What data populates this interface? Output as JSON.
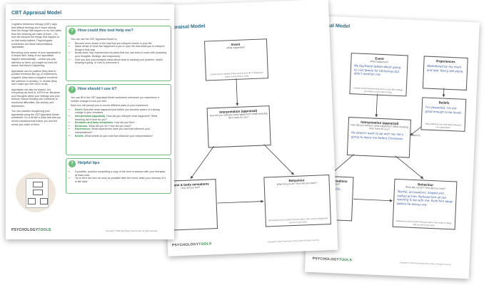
{
  "sheet1": {
    "title": "CBT Appraisal Model",
    "intro": [
      "Cognitive behaviour therapy (CBT) says that difficult feelings don't result directly from the things that happen to us, but rather from the meaning we make of them – it's how we interpret the things that happen to us that really matters. Psychologists sometimes call these interpretations 'appraisals'.",
      "Becoming more aware of your appraisals is a helpful skill. Many of our appraisals happen automatically – unless you pay attention to them, you might not even be aware that they're happening.",
      "Appraisals can be positive (they lead to positive emotions like joy or excitement), negative (they lead to negative emotions like sadness or anxiety), or neutral (they don't make you feel much at all).",
      "Appraisals can also be biased, not everything we think is 100% true. Because your thoughts affect your feelings and your actions, biased thinking can contribute to emotional difficulties, like anxiety and depression.",
      "You can practice recognizing your appraisals using the CBT Appraisal Model worksheet. It's a bit like a diary that lets you record situations that bother you and the sense you make of them."
    ],
    "card1": {
      "head": "How could this tool help me?",
      "lead": "You can use the CBT Appraisal Model to:",
      "items": [
        "Become more aware of the way that you interpret events in your life.",
        "Make sense of what has happened to you in your life that leads you to interpret things in that way.",
        "Break down 'big' experiences into parts that you can learn to work with (including your thoughts, feelings, and responses).",
        "Give you and your therapist ideas about what is causing your problem, what's keeping it going, or how to overcome it."
      ]
    },
    "card2": {
      "head": "How should I use it?",
      "lead": "You can fill in the CBT Appraisal Model worksheet whenever you experience a sudden change in how you feel.",
      "lead2": "Each box will prompt you to record different parts of your experience.",
      "items": [
        {
          "term": "Event.",
          "text": "Describe what happened just before you became aware of a strong change in your emotions."
        },
        {
          "term": "Interpretation (appraisal).",
          "text": "How did you interpret what happened? What meaning did it have for you?"
        },
        {
          "term": "Emotions and body sensations.",
          "text": "How did you feel?"
        },
        {
          "term": "Behaviour.",
          "text": "What did you do? How did you react?"
        },
        {
          "term": "Experiences.",
          "text": "What experiences have you had that influence your interpretations?"
        },
        {
          "term": "Beliefs.",
          "text": "What beliefs do you hold that influence your interpretations?"
        }
      ]
    },
    "card3": {
      "head": "Helpful tips",
      "items": [
        "If possible, practice completing a copy of the form in session with your therapist at least once.",
        "Try to fill in the form as soon as possible after the event, while your memory of it is still clear."
      ]
    },
    "logo_a": "PSYCHOLOGY",
    "logo_b": "TOOLS",
    "copyright": "Copyright © 2019 Psychology Tools Limited. All rights reserved."
  },
  "sheet2": {
    "title": "Appraisal Model",
    "event_head": "Event",
    "event_sub": "What happened?",
    "event_foot": "Events can be situations that occur in your life or things you notice in your mind or body.",
    "interp_head": "Interpretation (appraisal)",
    "interp_sub": "How did you interpret what happened? What meaning did it have for you?",
    "emo_head": "tions & body sensations",
    "emo_sub": "How did you feel?",
    "beh_head": "Behaviour",
    "beh_sub": "What did you do? How did you react?",
    "beh_foot": "Behaviours can be actions that you take or the covert or things that you do in your mind.",
    "logo_a": "PSYCHOLOGY",
    "logo_b": "TOOLS",
    "copyright": "Copyright © 2019 Psychology Tools Limited. All rights reserved."
  },
  "sheet3": {
    "title": "praisal Model",
    "event_head": "Event",
    "event_sub": "What happened?",
    "event_hand": "My boyfriend talked about going to visit family for Christmas but didn't mention me.",
    "event_foot": "Events can be situations that occur in your life or things you notice in your mind or body.",
    "exp_head": "Experiences",
    "exp_hand": "Abandoned by my mum and dad. Being left alone.",
    "beliefs_head": "Beliefs",
    "beliefs_hand": "I'm unwanted. I'm not good enough to be loved.",
    "beliefs_foot": "What beliefs do you hold which influence your appraisals?",
    "influence": "influence",
    "interp_head": "Interpretation (appraisal)",
    "interp_sub": "How did you interpret what happened? What meaning did it have for you?",
    "interp_hand": "He doesn't want to be with me. He's going to leave me before Christmas.",
    "emo_head": "ns & body sensations",
    "emo_sub": "How did you feel?",
    "emo_hand": "adness (9 out of 10), anxiety",
    "beh_head": "Behaviour",
    "beh_sub": "What did you do? How did you react?",
    "beh_hand": "Tearful, accusations. Stayed and sulked at him. Refused him all not wanting to be with me. Push him away before he leaves me.",
    "beh_foot": "Behaviours can be actions that you take or the covert or things that you do in your mind.",
    "logo_a": "PSYCHOLOGY",
    "logo_b": "TOOLS",
    "copyright": "Copyright © 2019 Psychology Tools Limited. All rights reserved."
  }
}
